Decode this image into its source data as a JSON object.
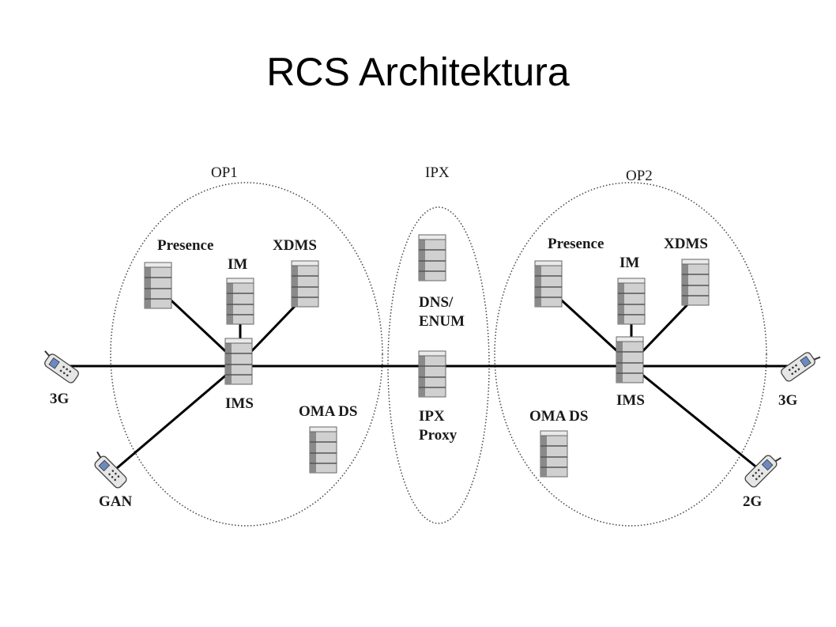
{
  "title": "RCS Architektura",
  "zones": {
    "op1": "OP1",
    "ipx": "IPX",
    "op2": "OP2"
  },
  "op1": {
    "presence": "Presence",
    "im": "IM",
    "xdms": "XDMS",
    "ims": "IMS",
    "oma_ds": "OMA DS"
  },
  "ipx": {
    "dns_line1": "DNS/",
    "dns_line2": "ENUM",
    "proxy_line1": "IPX",
    "proxy_line2": "Proxy"
  },
  "op2": {
    "presence": "Presence",
    "im": "IM",
    "xdms": "XDMS",
    "ims": "IMS",
    "oma_ds": "OMA DS"
  },
  "terminals": {
    "left_3g": "3G",
    "gan": "GAN",
    "right_3g": "3G",
    "right_2g": "2G"
  },
  "icons": {
    "server": "server-icon",
    "phone": "mobile-phone-icon"
  }
}
